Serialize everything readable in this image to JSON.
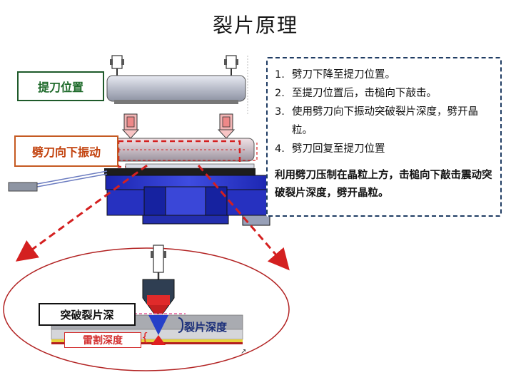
{
  "title": "裂片原理",
  "labels": {
    "lift_position": "提刀位置",
    "vibrate_down": "劈刀向下振动",
    "break_through": "突破裂片深",
    "crack_depth": "裂片深度",
    "scribe_depth": "雷割深度"
  },
  "steps": [
    {
      "num": "1.",
      "text": "劈刀下降至提刀位置。"
    },
    {
      "num": "2.",
      "text": "至提刀位置后，击槌向下敲击。"
    },
    {
      "num": "3.",
      "text": "使用劈刀向下振动突破裂片深度，劈开晶粒。"
    },
    {
      "num": "4.",
      "text": "劈刀回复至提刀位置"
    }
  ],
  "summary": "利用劈刀压制在晶粒上方，击槌向下敲击震动突破裂片深度，劈开晶粒。",
  "colors": {
    "blade_gray": "#b8bcc8",
    "base_blue": "#2a35c8",
    "dashed_red": "#d42020",
    "box_navy": "#1f3c63",
    "green_label": "#1e6a2a",
    "orange_label": "#c2410c"
  }
}
